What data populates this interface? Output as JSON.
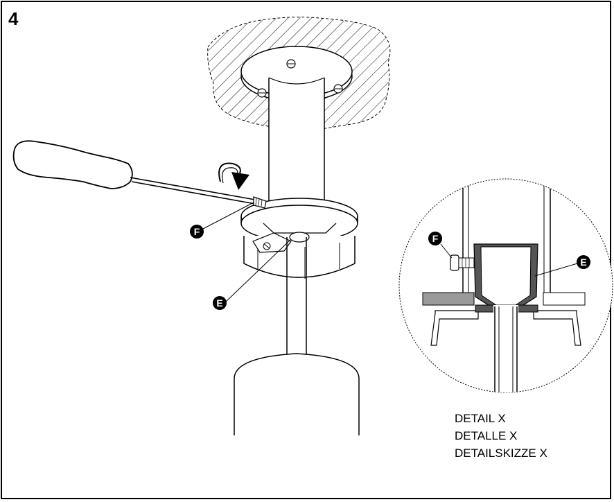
{
  "step_number": "4",
  "callouts": {
    "f_main": "F",
    "e_main": "E",
    "f_detail": "F",
    "e_detail": "E"
  },
  "captions": [
    "DETAIL X",
    "DETALLE X",
    "DETAILSKIZZE X"
  ],
  "colors": {
    "line": "#000000",
    "callout_fill": "#000000",
    "dark_fill": "#555555",
    "hatch": "#000000",
    "bracket_fill": "#9a9a9a"
  }
}
